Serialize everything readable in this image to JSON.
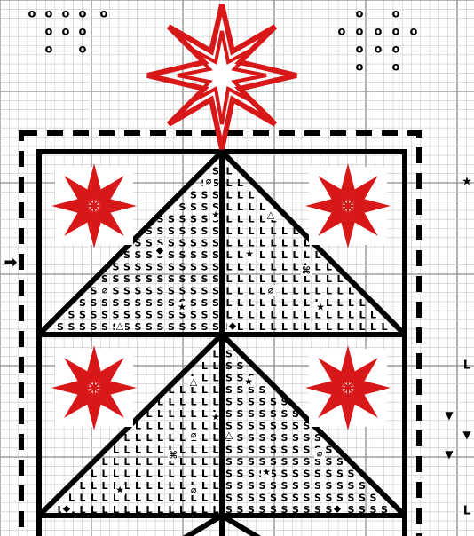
{
  "chart_title": "",
  "colors": {
    "background": "#ffffff",
    "grid_minor": "#c8c8c8",
    "grid_major": "#8a8a8a",
    "outline": "#000000",
    "star_red": "#d81818"
  },
  "symbols": {
    "s_glyph": "S",
    "l_glyph": "L",
    "circle_glyph": "o",
    "triangle_glyph": "△",
    "star_glyph": "★",
    "diamond_glyph": "◆",
    "slash_glyph": "⌀",
    "knot_glyph": "⌘",
    "down_glyph": "▼",
    "arrow_glyph": "➡"
  },
  "legend_marks": {
    "right_star": "★",
    "right_l_1": "L",
    "right_l_2": "L",
    "right_down_1": "▼",
    "right_down_2": "▼",
    "right_down_3": "▼",
    "left_arrow": "➡"
  },
  "icons": {
    "top_star": "eight-point-star-icon",
    "corner_stars": "eight-point-star-icon",
    "arrow": "arrow-right-icon"
  }
}
